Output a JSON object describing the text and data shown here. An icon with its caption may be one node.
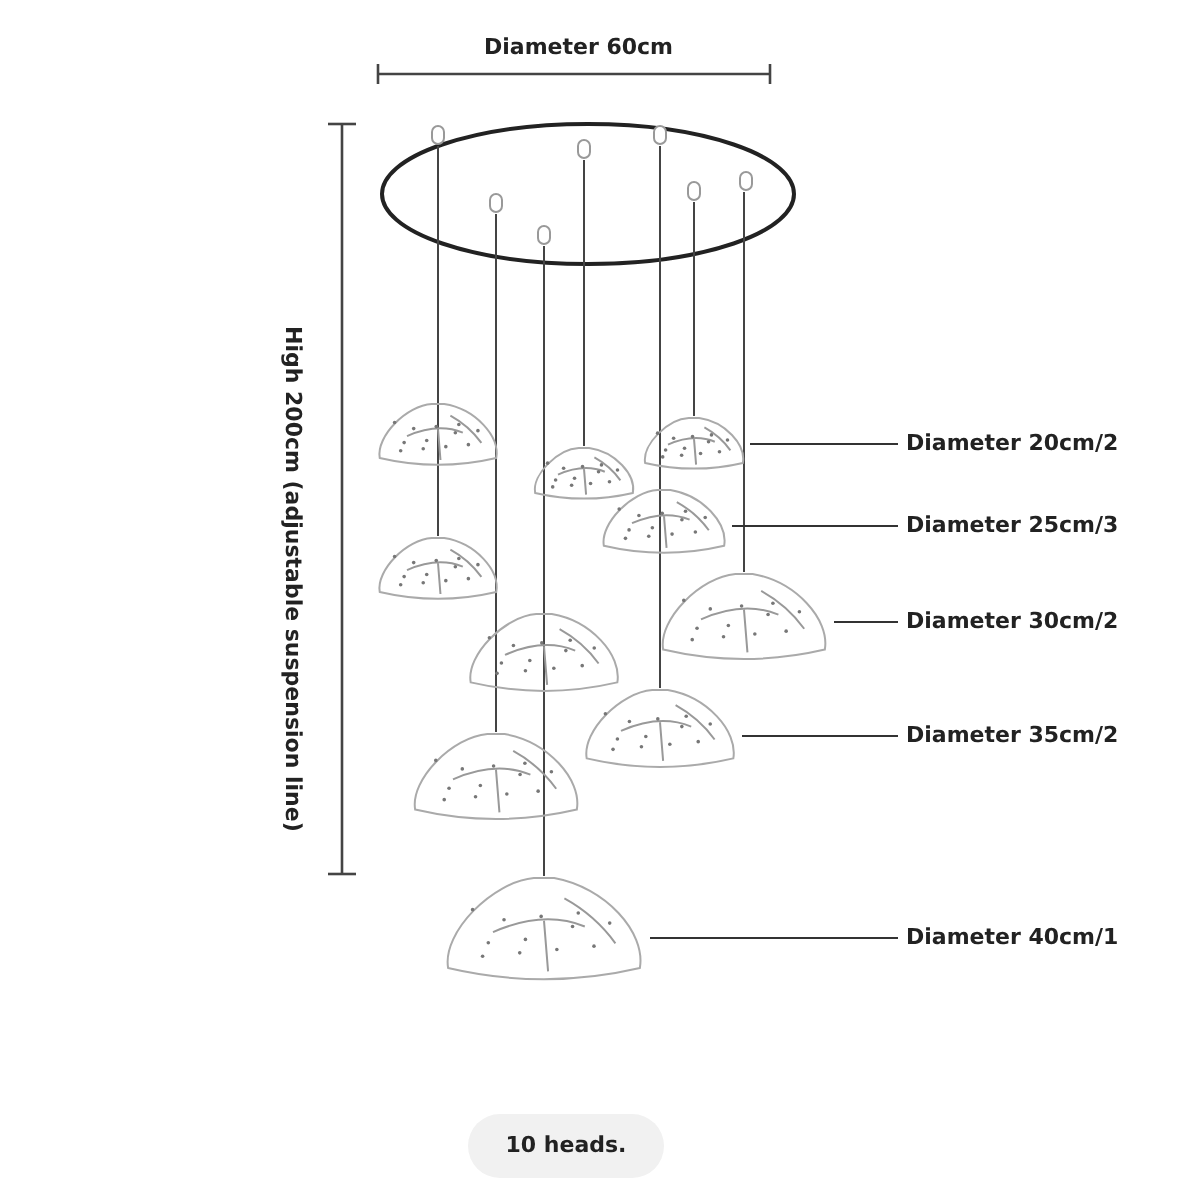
{
  "diagram": {
    "nodes": [
      {
        "text": [
          "Diameter 20cm/2"
        ]
      },
      {
        "text": [
          "Diameter 25cm/3"
        ]
      },
      {
        "text": [
          "Diameter 30cm/2"
        ]
      },
      {
        "text": [
          "Diameter 35cm/2"
        ]
      },
      {
        "text": [
          "Diameter 40cm/1"
        ]
      },
      {
        "text": [
          "10 heads."
        ]
      },
      {
        "text": [],
        "shape": "picture"
      },
      {
        "text": [],
        "shape": "picture"
      },
      {
        "text": [],
        "shape": "picture"
      },
      {
        "text": [],
        "shape": "picture"
      },
      {
        "text": [],
        "shape": "picture"
      }
    ],
    "edges": [
      {
        "from": 0,
        "to": 6,
        "arrow": "none"
      },
      {
        "from": 1,
        "to": 7,
        "arrow": "none"
      },
      {
        "from": 2,
        "to": 8,
        "arrow": "none"
      },
      {
        "from": 3,
        "to": 9,
        "arrow": "none"
      },
      {
        "from": 4,
        "to": 10,
        "arrow": "none"
      }
    ],
    "labels": [
      "Diameter 60cm",
      "High 200cm (adjustable suspension line)"
    ]
  }
}
